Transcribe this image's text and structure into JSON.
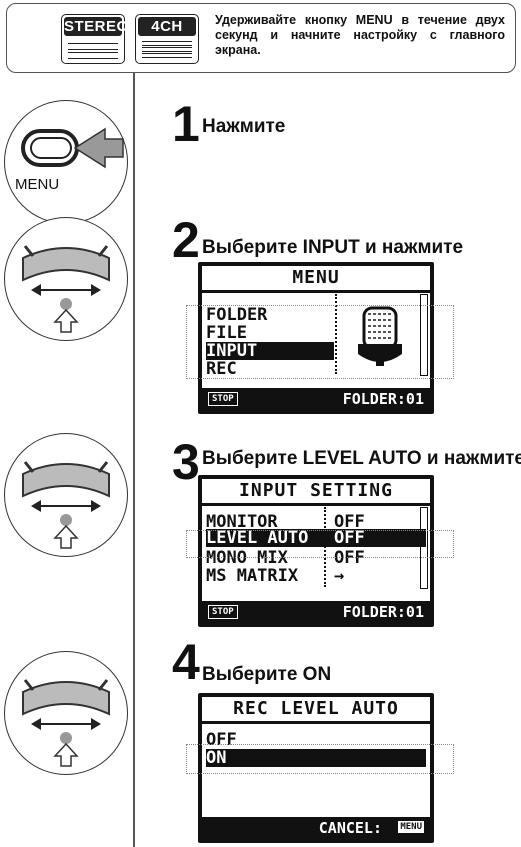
{
  "header": {
    "stereo_label": "STEREO",
    "fourch_label": "4CH",
    "instruction": "Удерживайте кнопку MENU в течение двух секунд и начните настройку с главного экрана."
  },
  "steps": [
    {
      "number": "1",
      "text": "Нажмите",
      "icon": "menu-button-icon",
      "icon_label": "MENU"
    },
    {
      "number": "2",
      "text": "Выберите INPUT и нажмите",
      "icon": "jog-dial-icon"
    },
    {
      "number": "3",
      "text": "Выберите LEVEL AUTO и нажмите",
      "icon": "jog-dial-icon"
    },
    {
      "number": "4",
      "text": "Выберите ON",
      "icon": "jog-dial-icon"
    }
  ],
  "screen_menu": {
    "title": "MENU",
    "items": [
      "FOLDER",
      "FILE",
      "INPUT",
      "REC"
    ],
    "selected": "INPUT",
    "status_left": "STOP",
    "status_right": "FOLDER:01",
    "icon": "microphone-icon"
  },
  "screen_input": {
    "title": "INPUT SETTING",
    "rows": [
      {
        "label": "MONITOR",
        "value": "OFF"
      },
      {
        "label": "LEVEL AUTO",
        "value": "OFF"
      },
      {
        "label": "MONO MIX",
        "value": "OFF"
      },
      {
        "label": "MS MATRIX",
        "value": "→"
      }
    ],
    "selected": "LEVEL AUTO",
    "status_left": "STOP",
    "status_right": "FOLDER:01"
  },
  "screen_level": {
    "title": "REC LEVEL AUTO",
    "options": [
      "OFF",
      "ON"
    ],
    "selected": "ON",
    "status_right": "CANCEL:",
    "status_button": "MENU"
  }
}
